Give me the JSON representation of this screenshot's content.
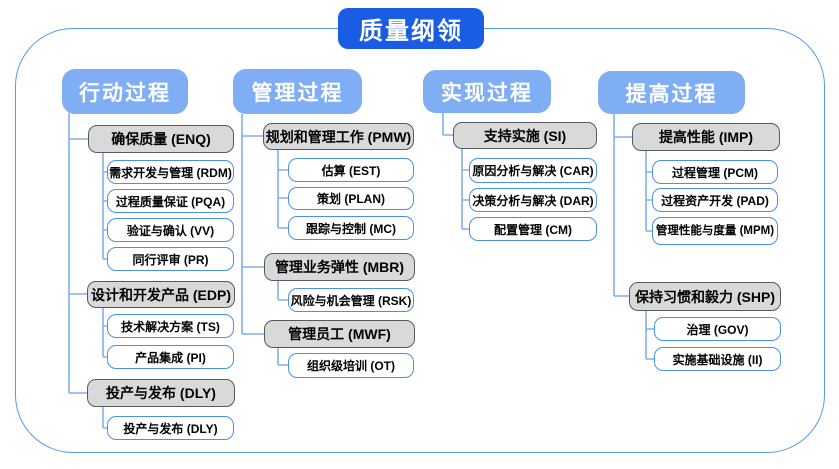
{
  "title": "质量纲领",
  "colors": {
    "title_bg": "#1a5ce4",
    "header_bg": "#7faef4",
    "gray_fill": "#d9d9d9",
    "gray_border": "#58595b",
    "white_border": "#4a90e8",
    "line": "#7eb0f0",
    "container_border": "#5599f0"
  },
  "columns": [
    {
      "header": "行动过程",
      "groups": [
        {
          "label": "确保质量 (ENQ)",
          "children": [
            "需求开发与管理 (RDM)",
            "过程质量保证 (PQA)",
            "验证与确认 (VV)",
            "同行评审 (PR)"
          ]
        },
        {
          "label": "设计和开发产品 (EDP)",
          "children": [
            "技术解决方案 (TS)",
            "产品集成 (PI)"
          ]
        },
        {
          "label": "投产与发布 (DLY)",
          "children": [
            "投产与发布 (DLY)"
          ]
        }
      ]
    },
    {
      "header": "管理过程",
      "groups": [
        {
          "label": "规划和管理工作 (PMW)",
          "children": [
            "估算 (EST)",
            "策划 (PLAN)",
            "跟踪与控制 (MC)"
          ]
        },
        {
          "label": "管理业务弹性 (MBR)",
          "children": [
            "风险与机会管理 (RSK)"
          ]
        },
        {
          "label": "管理员工 (MWF)",
          "children": [
            "组织级培训 (OT)"
          ]
        }
      ]
    },
    {
      "header": "实现过程",
      "groups": [
        {
          "label": "支持实施 (SI)",
          "children": [
            "原因分析与解决 (CAR)",
            "决策分析与解决 (DAR)",
            "配置管理 (CM)"
          ]
        }
      ]
    },
    {
      "header": "提高过程",
      "groups": [
        {
          "label": "提高性能 (IMP)",
          "children": [
            "过程管理 (PCM)",
            "过程资产开发 (PAD)",
            "管理性能与度量 (MPM)"
          ]
        },
        {
          "label": "保持习惯和毅力 (SHP)",
          "children": [
            "治理 (GOV)",
            "实施基础设施 (II)"
          ]
        }
      ]
    }
  ]
}
